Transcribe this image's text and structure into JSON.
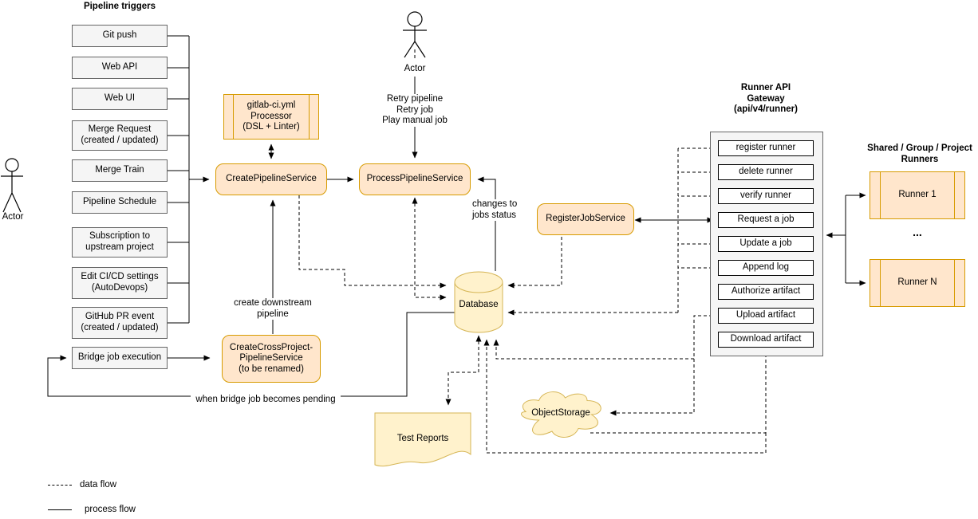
{
  "triggers": {
    "title": "Pipeline triggers",
    "items": [
      {
        "label": "Git push"
      },
      {
        "label": "Web API"
      },
      {
        "label": "Web UI"
      },
      {
        "label": "Merge Request\n(created / updated)"
      },
      {
        "label": "Merge Train"
      },
      {
        "label": "Pipeline Schedule"
      },
      {
        "label": "Subscription to\nupstream project"
      },
      {
        "label": "Edit CI/CD settings\n(AutoDevops)"
      },
      {
        "label": "GitHub PR event\n(created / updated)"
      }
    ],
    "bridge_label": "Bridge job execution"
  },
  "actors": {
    "left_label": "Actor",
    "top_label": "Actor",
    "top_actions": "Retry pipeline\nRetry job\nPlay manual job"
  },
  "services": {
    "processor": "gitlab-ci.yml\nProcessor\n(DSL + Linter)",
    "create_pipeline": "CreatePipelineService",
    "process_pipeline": "ProcessPipelineService",
    "create_cross_project": "CreateCrossProject-\nPipelineService\n(to be renamed)",
    "register_job": "RegisterJobService"
  },
  "storage": {
    "database": "Database",
    "object_storage": "ObjectStorage",
    "test_reports": "Test Reports"
  },
  "gateway": {
    "title": "Runner API\nGateway\n(api/v4/runner)",
    "endpoints": [
      {
        "label": "register runner"
      },
      {
        "label": "delete runner"
      },
      {
        "label": "verify runner"
      },
      {
        "label": "Request a job"
      },
      {
        "label": "Update a job"
      },
      {
        "label": "Append log"
      },
      {
        "label": "Authorize artifact"
      },
      {
        "label": "Upload artifact"
      },
      {
        "label": "Download artifact"
      }
    ]
  },
  "runners": {
    "title": "Shared / Group / Project\nRunners",
    "first_label": "Runner 1",
    "last_label": "Runner N",
    "ellipsis": "..."
  },
  "edge_labels": {
    "changes_to_jobs_status": "changes to\njobs status",
    "create_downstream_pipeline": "create downstream\npipeline",
    "when_bridge_job_pending": "when bridge job becomes pending"
  },
  "legend": {
    "data_flow_label": "data flow",
    "process_flow_label": "process flow"
  },
  "colors": {
    "service_fill": "#ffe6cc",
    "service_border": "#d79b00",
    "storage_fill": "#fff2cc",
    "storage_border": "#d6b656",
    "trigger_fill": "#f5f5f5",
    "trigger_border": "#666666",
    "line": "#000000"
  }
}
